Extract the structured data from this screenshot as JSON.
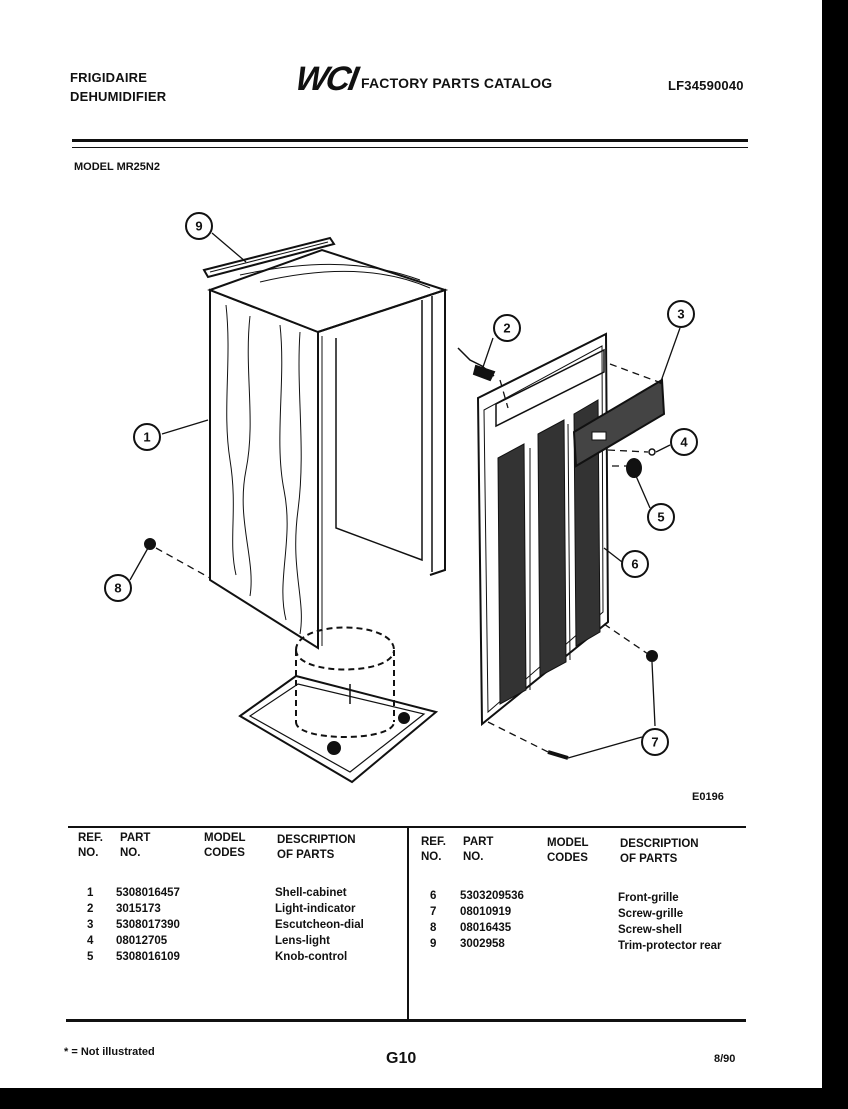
{
  "header": {
    "brand_line1": "FRIGIDAIRE",
    "brand_line2": "DEHUMIDIFIER",
    "logo_text": "WCI",
    "catalog_title": "FACTORY PARTS CATALOG",
    "catalog_number": "LF34590040",
    "model_label": "MODEL MR25N2"
  },
  "diagram": {
    "callouts": [
      "1",
      "2",
      "3",
      "4",
      "5",
      "6",
      "7",
      "8",
      "9"
    ],
    "figure_code": "E0196"
  },
  "parts_table": {
    "headers": {
      "ref_no": "REF.\nNO.",
      "part_no": "PART\nNO.",
      "model_codes": "MODEL\nCODES",
      "description": "DESCRIPTION\nOF PARTS"
    },
    "left": [
      {
        "ref": "1",
        "part": "5308016457",
        "desc": "Shell-cabinet"
      },
      {
        "ref": "2",
        "part": "3015173",
        "desc": "Light-indicator"
      },
      {
        "ref": "3",
        "part": "5308017390",
        "desc": "Escutcheon-dial"
      },
      {
        "ref": "4",
        "part": "08012705",
        "desc": "Lens-light"
      },
      {
        "ref": "5",
        "part": "5308016109",
        "desc": "Knob-control"
      }
    ],
    "right": [
      {
        "ref": "6",
        "part": "5303209536",
        "desc": "Front-grille"
      },
      {
        "ref": "7",
        "part": "08010919",
        "desc": "Screw-grille"
      },
      {
        "ref": "8",
        "part": "08016435",
        "desc": "Screw-shell"
      },
      {
        "ref": "9",
        "part": "3002958",
        "desc": "Trim-protector rear"
      }
    ]
  },
  "footer": {
    "note": "* = Not illustrated",
    "page_code": "G10",
    "date": "8/90"
  }
}
